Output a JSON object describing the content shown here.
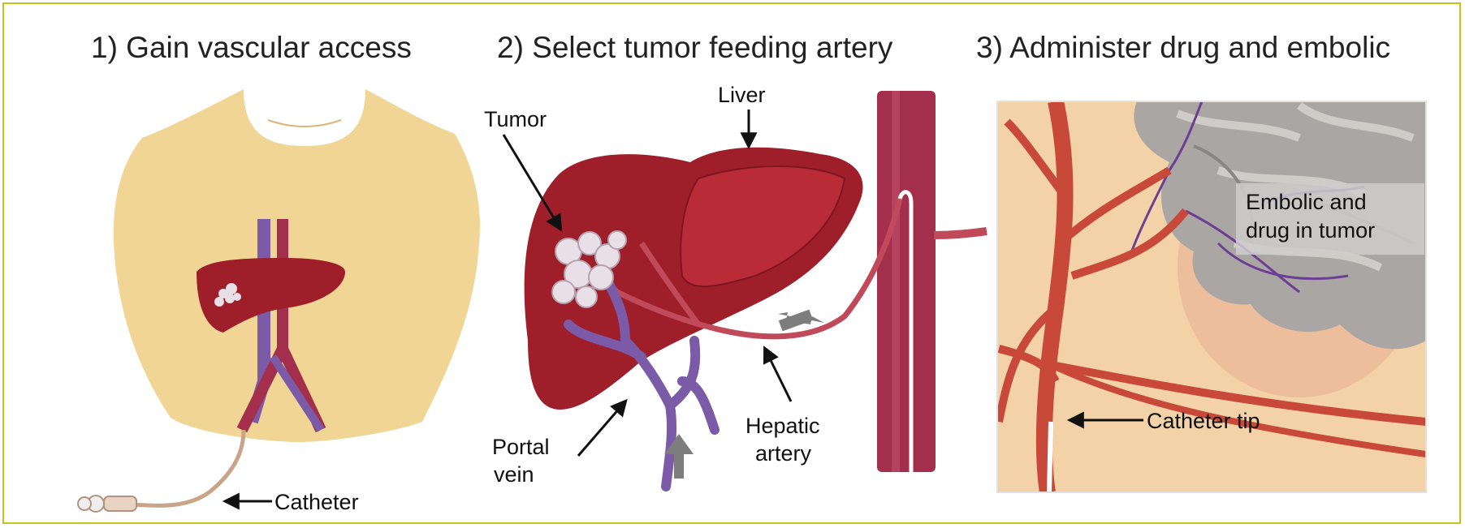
{
  "panels": [
    {
      "title": "1) Gain vascular access"
    },
    {
      "title": "2) Select tumor feeding artery"
    },
    {
      "title": "3) Administer drug and embolic"
    }
  ],
  "labels": {
    "catheter": "Catheter",
    "tumor": "Tumor",
    "liver": "Liver",
    "portal_vein_line1": "Portal",
    "portal_vein_line2": "vein",
    "hepatic_artery_line1": "Hepatic",
    "hepatic_artery_line2": "artery",
    "embolic_line1": "Embolic and",
    "embolic_line2": "drug in tumor",
    "catheter_tip": "Catheter tip"
  },
  "colors": {
    "border": "#c4c41e",
    "skin": "#f1d595",
    "liver": "#9e1f2a",
    "liver_light": "#b92c37",
    "vein": "#7b5aa8",
    "artery": "#c8483a",
    "aorta": "#a32f4c",
    "tumor": "#e9dfe6",
    "gray_arrow": "#7d7d7d",
    "panel3_bg": "#f4d2a8",
    "tumor_gray": "#a9a6a3"
  }
}
